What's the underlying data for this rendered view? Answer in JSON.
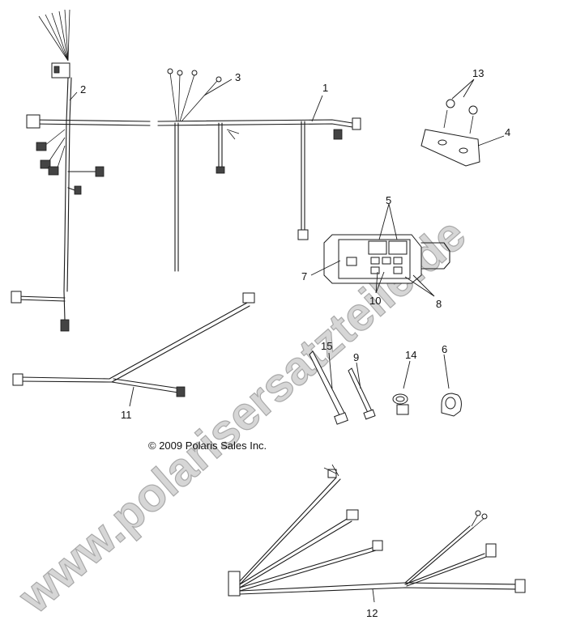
{
  "watermark": "www.polarisersatzteile.de",
  "copyright": "© 2009 Polaris Sales Inc.",
  "callouts": {
    "c1": "1",
    "c2": "2",
    "c3": "3",
    "c4": "4",
    "c5": "5",
    "c6": "6",
    "c7": "7",
    "c8": "8",
    "c9": "9",
    "c10": "10",
    "c11": "11",
    "c12": "12",
    "c13": "13",
    "c14": "14",
    "c15": "15"
  }
}
